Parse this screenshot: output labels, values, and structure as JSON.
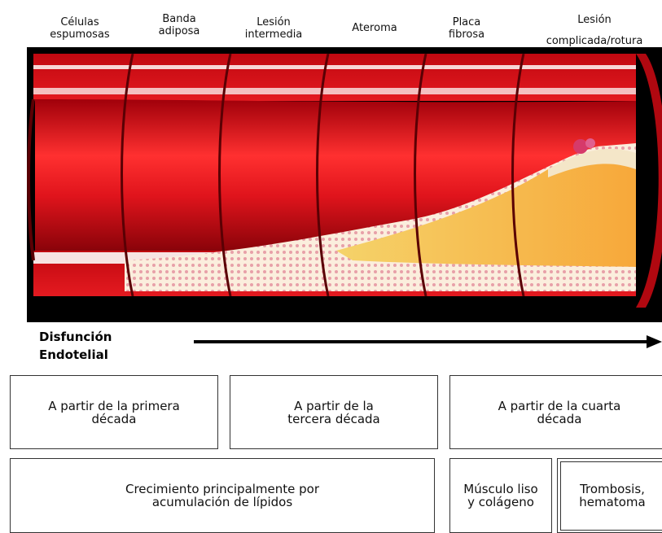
{
  "stages": [
    {
      "label": "Células\nespumosas"
    },
    {
      "label": "Banda\nadiposa"
    },
    {
      "label": "Lesión\nintermedia"
    },
    {
      "label": "Ateroma"
    },
    {
      "label": "Placa\nfibrosa"
    },
    {
      "label": "Lesión\ncomplicada/rotura"
    }
  ],
  "dysfunction": {
    "label": "Disfunción\nEndotelial"
  },
  "timeline": [
    {
      "label": "A partir de la primera\ndécada"
    },
    {
      "label": "A partir de la\ntercera década"
    },
    {
      "label": "A partir de la cuarta\ndécada"
    }
  ],
  "growth": [
    {
      "label": "Crecimiento principalmente por\nacumulación de lípidos"
    },
    {
      "label": "Músculo liso\ny colágeno"
    },
    {
      "label": "Trombosis,\nhematoma"
    }
  ],
  "colors": {
    "vessel": "#d8101a",
    "vessel_dark": "#8a0008",
    "lipid": "#f2c94a",
    "plaque_edge": "#f4e6c8",
    "background": "#000000"
  }
}
